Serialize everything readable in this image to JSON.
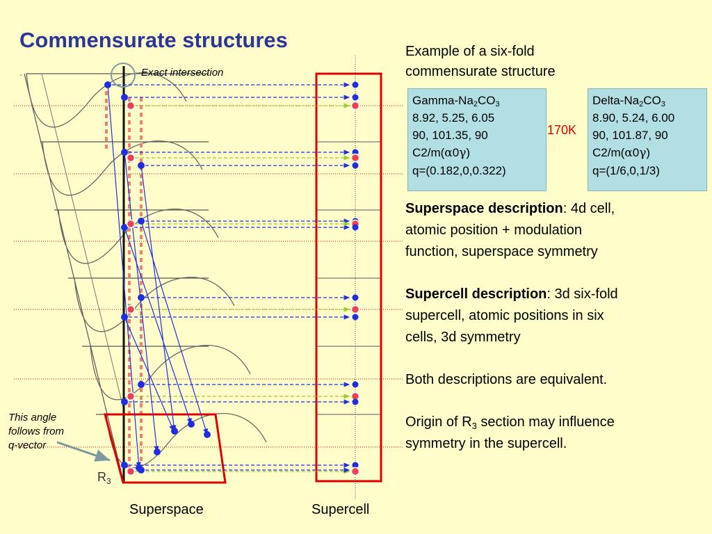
{
  "title": "Commensurate structures",
  "intro": {
    "line1": "Example of a six-fold",
    "line2": "commensurate structure"
  },
  "gamma_phase": {
    "name_prefix": "Gamma-Na",
    "name_sub1": "2",
    "name_mid": "CO",
    "name_sub2": "3",
    "cell_lengths": "8.92, 5.25, 6.05",
    "cell_angles": "90, 101.35, 90",
    "symmetry_prefix": "C2/m(",
    "symmetry_alpha": "α",
    "symmetry_zero": "0",
    "symmetry_gamma": "γ",
    "symmetry_suffix": ")",
    "q_vector": "q=(0.182,0,0.322)"
  },
  "delta_phase": {
    "name_prefix": "Delta-Na",
    "name_sub1": "2",
    "name_mid": "CO",
    "name_sub2": "3",
    "cell_lengths": "8.90, 5.24, 6.00",
    "cell_angles": "90, 101.87, 90",
    "symmetry_prefix": "C2/m(",
    "symmetry_alpha": "α",
    "symmetry_zero": "0",
    "symmetry_gamma": "γ",
    "symmetry_suffix": ")",
    "q_vector": "q=(1/6,0,1/3)"
  },
  "transition_temperature": "170K",
  "superspace_description": {
    "heading": "Superspace description",
    "text_line1": ": 4d cell,",
    "text_line2": "atomic position + modulation",
    "text_line3": "function, superspace symmetry"
  },
  "supercell_description": {
    "heading": "Supercell description",
    "text_line1": ": 3d six-fold",
    "text_line2": "supercell, atomic positions in six",
    "text_line3": "cells, 3d symmetry"
  },
  "equivalence_note": "Both descriptions are equivalent.",
  "origin_note": {
    "prefix": "Origin of R",
    "subscript": "3",
    "line1_suffix": " section may influence",
    "line2": "symmetry in the supercell."
  },
  "annotations": {
    "exact_intersection": "Exact intersection",
    "angle_line1": "This angle",
    "angle_line2": "follows from",
    "angle_line3": "q-vector"
  },
  "axis_label": {
    "prefix": "R",
    "subscript": "3"
  },
  "captions": {
    "superspace": "Superspace",
    "supercell": "Supercell"
  },
  "colors": {
    "background": "#fffdc9",
    "title": "#2b3796",
    "info_box": "#b2dfe3",
    "frame_red": "#e00000",
    "atom_blue": "#1f2fe0",
    "atom_red": "#f04050",
    "arrow_green": "#9acd32",
    "dashed_salmon": "#f08070",
    "connector_gray": "#7a9aa0"
  }
}
